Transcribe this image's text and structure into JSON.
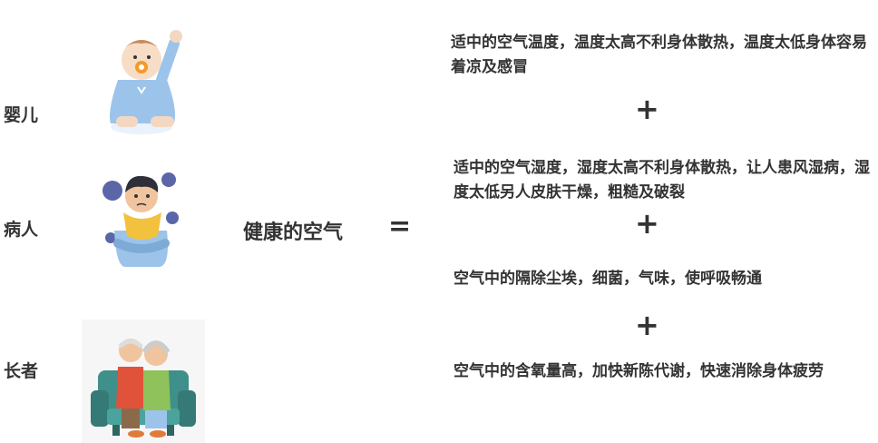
{
  "groups": {
    "infant": "婴儿",
    "patient": "病人",
    "elder": "长者"
  },
  "equation": {
    "left": "健康的空气",
    "equals": "="
  },
  "benefits": [
    "适中的空气温度，温度太高不利身体散热，温度太低身体容易着凉及感冒",
    "适中的空气湿度，湿度太高不利身体散热，让人患风湿病，湿度太低另人皮肤干燥，粗糙及破裂",
    "空气中的隔除尘埃，细菌，气味，使呼吸畅通",
    "空气中的含氧量高，加快新陈代谢，快速消除身体疲劳"
  ],
  "plus_sign": "+",
  "colors": {
    "text": "#333333",
    "baby_clothes": "#9cc4ea",
    "virus": "#5a66a8",
    "scarf": "#f2c23e",
    "sofa": "#3f8f8a"
  }
}
